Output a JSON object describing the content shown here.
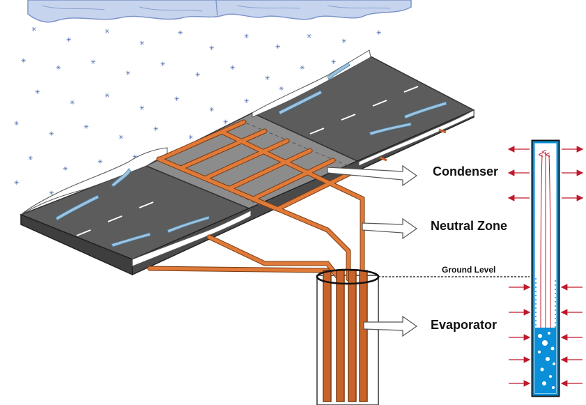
{
  "labels": {
    "condenser": "Condenser",
    "neutral_zone": "Neutral Zone",
    "evaporator": "Evaporator",
    "ground_level": "Ground Level"
  },
  "colors": {
    "pipe": "#c8642a",
    "pipe_edge": "#7a3a12",
    "road": "#5c5c5c",
    "heated_section": "#8c8c8c",
    "snow": "#ffffff",
    "ice": "#9cc4e0",
    "cloud": "#b8c8e8",
    "water": "#0a8fd8",
    "heat_arrow": "#c0182a"
  },
  "icons": {
    "snowflake": "snowflake-icon",
    "cloud": "cloud-shape"
  }
}
